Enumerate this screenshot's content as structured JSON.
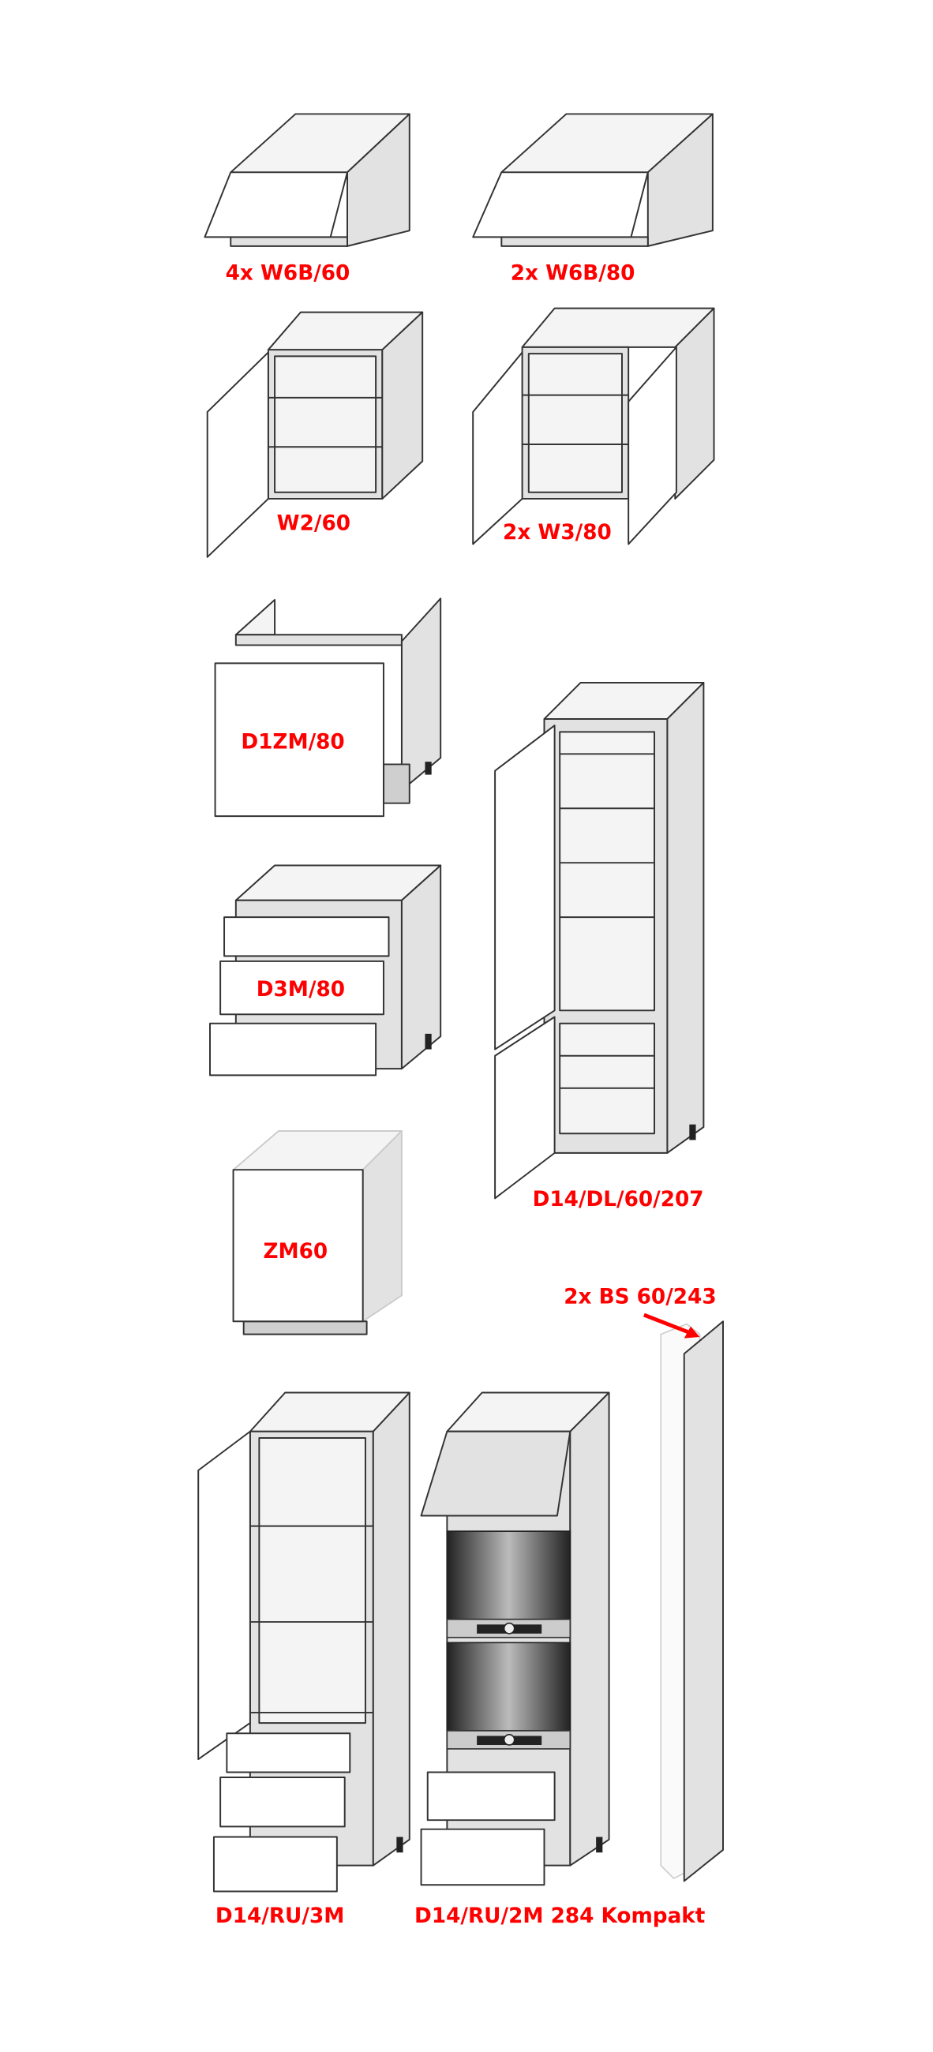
{
  "colors": {
    "label": "#ff0000",
    "line": "#333333",
    "panel": "#e2e2e2"
  },
  "labels": {
    "w6b60": "4x W6B/60",
    "w6b80": "2x W6B/80",
    "w260": "W2/60",
    "w380": "2x W3/80",
    "d1zm80": "D1ZM/80",
    "d3m80": "D3M/80",
    "d14dl": "D14/DL/60/207",
    "zm60": "ZM60",
    "bs": "2x BS 60/243",
    "d14ru3m": "D14/RU/3M",
    "d14ru2m": "D14/RU/2M 284 Kompakt"
  }
}
